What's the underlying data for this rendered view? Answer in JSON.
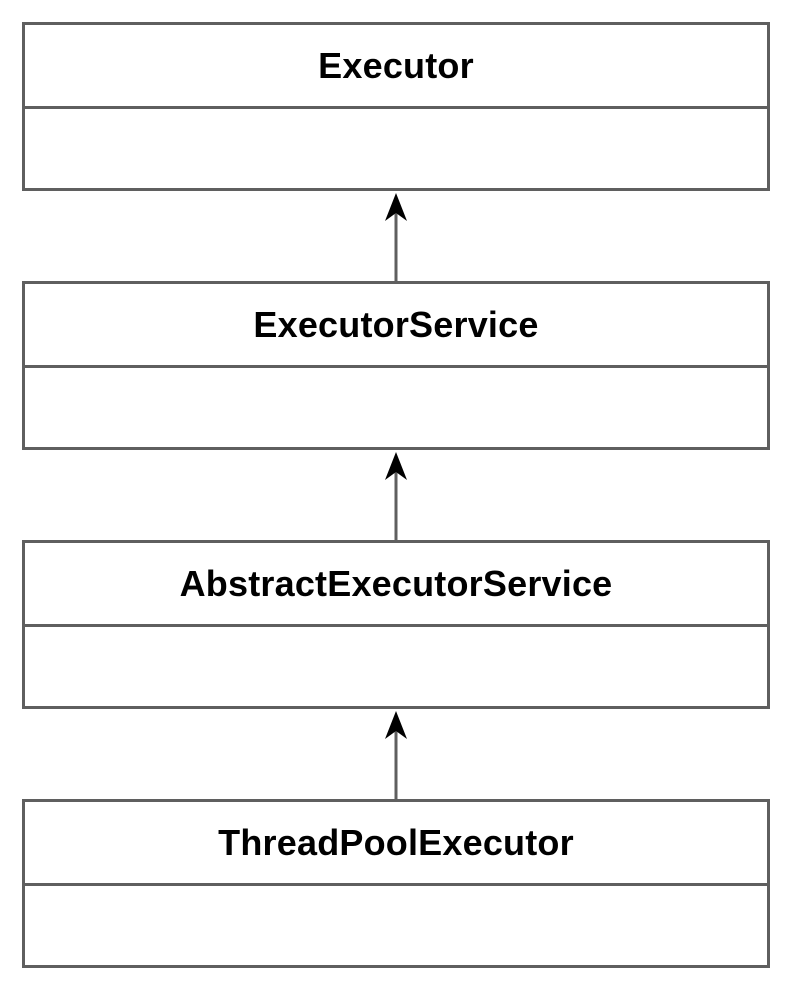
{
  "diagram": {
    "classes": [
      {
        "name": "Executor"
      },
      {
        "name": "ExecutorService"
      },
      {
        "name": "AbstractExecutorService"
      },
      {
        "name": "ThreadPoolExecutor"
      }
    ],
    "edges": [
      {
        "from": "ExecutorService",
        "to": "Executor"
      },
      {
        "from": "AbstractExecutorService",
        "to": "ExecutorService"
      },
      {
        "from": "ThreadPoolExecutor",
        "to": "AbstractExecutorService"
      }
    ],
    "colors": {
      "border": "#5f5f5f",
      "text": "#000000",
      "arrow": "#000000"
    }
  }
}
